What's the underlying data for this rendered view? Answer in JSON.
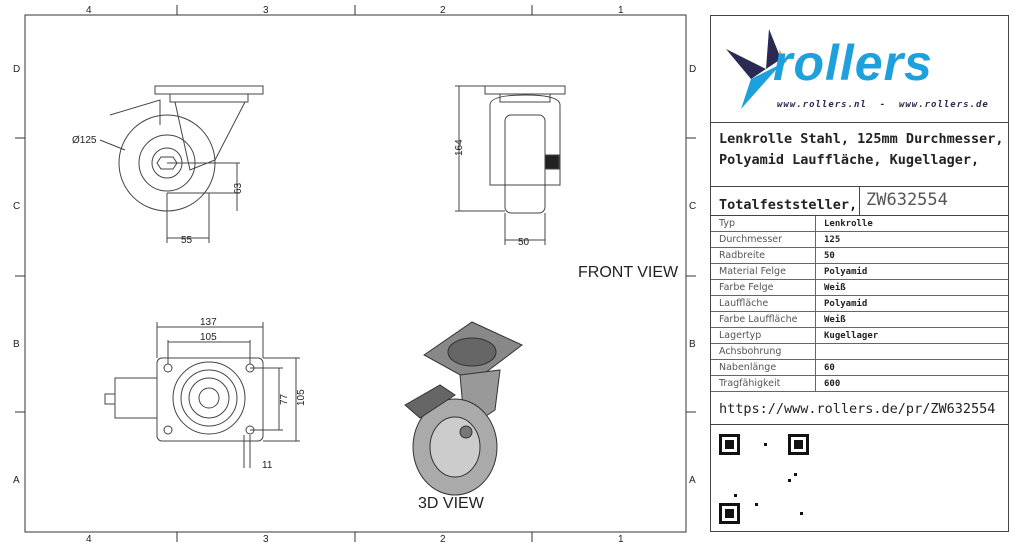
{
  "frame": {
    "columns": [
      "4",
      "3",
      "2",
      "1"
    ],
    "rows": [
      "D",
      "C",
      "B",
      "A"
    ]
  },
  "views": {
    "front": "FRONT VIEW",
    "iso": "3D VIEW"
  },
  "dims": {
    "dia": "Ø125",
    "h63": "63",
    "w55": "55",
    "h164": "164",
    "w50": "50",
    "w137": "137",
    "w105": "105",
    "h77": "77",
    "h105": "105",
    "w11": "11"
  },
  "logo": {
    "word": "rollers",
    "urls": "www.rollers.nl  -  www.rollers.de"
  },
  "title": {
    "line1": "Lenkrolle Stahl, 125mm Durchmesser,",
    "line2": "Polyamid Lauffläche, Kugellager,",
    "line3": "Totalfeststeller,",
    "id": "ZW632554"
  },
  "specs": [
    {
      "k": "Typ",
      "v": "Lenkrolle"
    },
    {
      "k": "Durchmesser",
      "v": "125"
    },
    {
      "k": "Radbreite",
      "v": "50"
    },
    {
      "k": "Material Felge",
      "v": "Polyamid"
    },
    {
      "k": "Farbe Felge",
      "v": "Weiß"
    },
    {
      "k": "Lauffläche",
      "v": "Polyamid"
    },
    {
      "k": "Farbe Lauffläche",
      "v": "Weiß"
    },
    {
      "k": "Lagertyp",
      "v": "Kugellager"
    },
    {
      "k": "Achsbohrung",
      "v": ""
    },
    {
      "k": "Nabenlänge",
      "v": "60"
    },
    {
      "k": "Tragfähigkeit",
      "v": "600"
    }
  ],
  "url": "https://www.rollers.de/pr/ZW632554",
  "colors": {
    "brand": "#1ea0dc",
    "dark": "#2a2a55",
    "accent": "#f0a020"
  }
}
